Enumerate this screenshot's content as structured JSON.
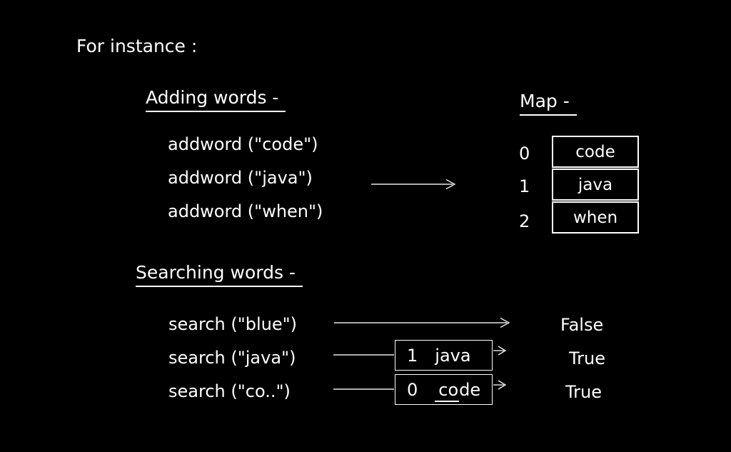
{
  "title": "For instance :",
  "adding": {
    "heading": "Adding words -",
    "calls": [
      "addword (\"code\")",
      "addword (\"java\")",
      "addword (\"when\")"
    ]
  },
  "map": {
    "heading": "Map - ",
    "entries": [
      {
        "index": "0",
        "value": "code"
      },
      {
        "index": "1",
        "value": "java"
      },
      {
        "index": "2",
        "value": "when"
      }
    ]
  },
  "searching": {
    "heading": "Searching words -",
    "rows": [
      {
        "call": "search (\"blue\")",
        "result": "False"
      },
      {
        "call": "search (\"java\")",
        "result": "True",
        "box": {
          "index": "1",
          "value": "java"
        }
      },
      {
        "call": "search (\"co..\")",
        "result": "True",
        "box": {
          "index": "0",
          "value_underlined": "co",
          "value_rest": "de"
        }
      }
    ]
  },
  "colors": {
    "background": "#000000",
    "text": "#ffffff",
    "line": "#e8e8e8"
  }
}
